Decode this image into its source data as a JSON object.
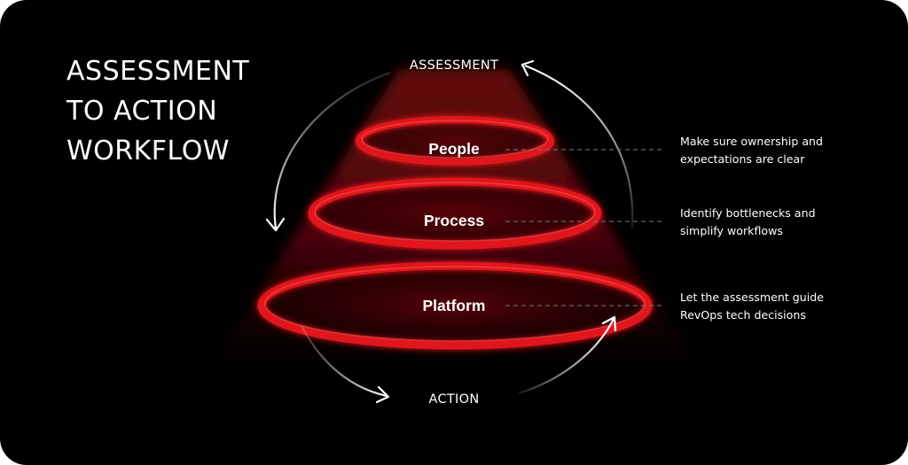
{
  "title_lines": [
    "ASSESSMENT",
    "TO ACTION",
    "WORKFLOW"
  ],
  "top_stage": "ASSESSMENT",
  "bottom_stage": "ACTION",
  "tiers": [
    {
      "label": "People",
      "note_lines": [
        "Make sure ownership and",
        "expectations are clear"
      ]
    },
    {
      "label": "Process",
      "note_lines": [
        "Identify bottlenecks and",
        "simplify workflows"
      ]
    },
    {
      "label": "Platform",
      "note_lines": [
        "Let the assessment guide",
        "RevOps tech decisions"
      ]
    }
  ],
  "colors": {
    "background": "#000000",
    "ring": "#e0161b",
    "ring_highlight": "#ff4a4a",
    "arrow": "#ffffff",
    "leader": "#7a7a7a"
  }
}
